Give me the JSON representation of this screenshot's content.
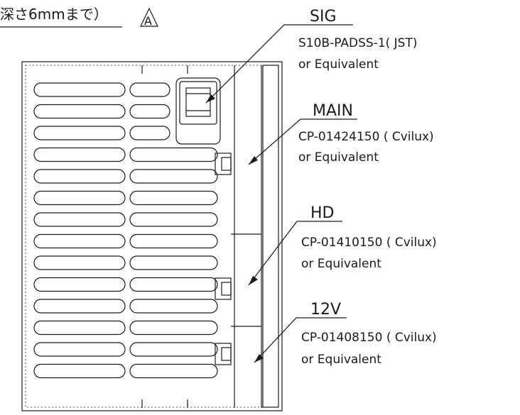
{
  "header": {
    "note": "深さ6mmまで）",
    "revision_mark": "A"
  },
  "connectors": [
    {
      "name": "SIG",
      "part": "S10B-PADSS-1( JST)",
      "alt": "or Equivalent"
    },
    {
      "name": "MAIN",
      "part": "CP-01424150 ( Cvilux)",
      "alt": "or Equivalent"
    },
    {
      "name": "HD",
      "part": "CP-01410150 ( Cvilux)",
      "alt": "or Equivalent"
    },
    {
      "name": "12V",
      "part": "CP-01408150 ( Cvilux)",
      "alt": "or Equivalent"
    }
  ],
  "colors": {
    "line": "#1a1a1a",
    "background": "#ffffff"
  }
}
